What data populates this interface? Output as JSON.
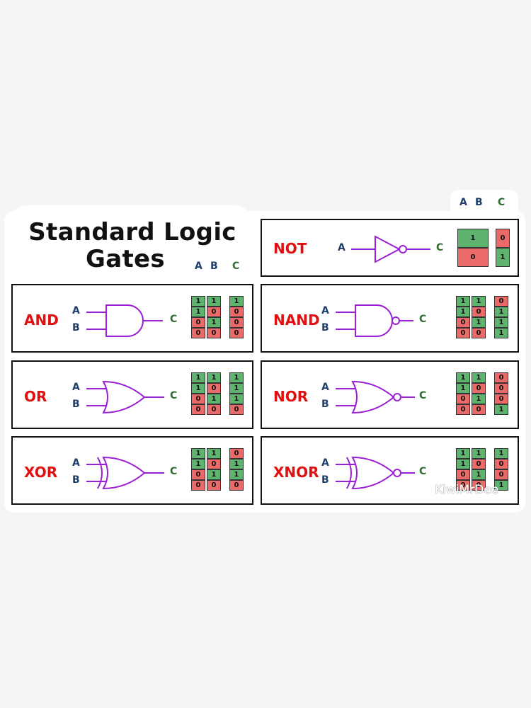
{
  "title": {
    "line1": "Standard Logic",
    "line2": "Gates"
  },
  "headers": {
    "a": "A",
    "b": "B",
    "c": "C"
  },
  "pins": {
    "a": "A",
    "b": "B",
    "c": "C"
  },
  "colors": {
    "one": "#5eb46e",
    "zero": "#ea6a6a",
    "gate_name": "#e01010",
    "input_label": "#1f3f6a",
    "output_label": "#2e6e2e",
    "gate_stroke": "#9b1fd4"
  },
  "gates": [
    {
      "name": "NOT",
      "symbol": "not-gate",
      "inputs": [
        [
          "1"
        ],
        [
          "0"
        ]
      ],
      "outputs": [
        "0",
        "1"
      ]
    },
    {
      "name": "AND",
      "symbol": "and-gate",
      "inputs": [
        [
          "1",
          "1"
        ],
        [
          "1",
          "0"
        ],
        [
          "0",
          "1"
        ],
        [
          "0",
          "0"
        ]
      ],
      "outputs": [
        "1",
        "0",
        "0",
        "0"
      ]
    },
    {
      "name": "NAND",
      "symbol": "nand-gate",
      "inputs": [
        [
          "1",
          "1"
        ],
        [
          "1",
          "0"
        ],
        [
          "0",
          "1"
        ],
        [
          "0",
          "0"
        ]
      ],
      "outputs": [
        "0",
        "1",
        "1",
        "1"
      ]
    },
    {
      "name": "OR",
      "symbol": "or-gate",
      "inputs": [
        [
          "1",
          "1"
        ],
        [
          "1",
          "0"
        ],
        [
          "0",
          "1"
        ],
        [
          "0",
          "0"
        ]
      ],
      "outputs": [
        "1",
        "1",
        "1",
        "0"
      ]
    },
    {
      "name": "NOR",
      "symbol": "nor-gate",
      "inputs": [
        [
          "1",
          "1"
        ],
        [
          "1",
          "0"
        ],
        [
          "0",
          "1"
        ],
        [
          "0",
          "0"
        ]
      ],
      "outputs": [
        "0",
        "0",
        "0",
        "1"
      ]
    },
    {
      "name": "XOR",
      "symbol": "xor-gate",
      "inputs": [
        [
          "1",
          "1"
        ],
        [
          "1",
          "0"
        ],
        [
          "0",
          "1"
        ],
        [
          "0",
          "0"
        ]
      ],
      "outputs": [
        "0",
        "1",
        "1",
        "0"
      ]
    },
    {
      "name": "XNOR",
      "symbol": "xnor-gate",
      "inputs": [
        [
          "1",
          "1"
        ],
        [
          "1",
          "0"
        ],
        [
          "0",
          "1"
        ],
        [
          "0",
          "0"
        ]
      ],
      "outputs": [
        "1",
        "0",
        "0",
        "1"
      ]
    }
  ],
  "watermark": "KiwiMrDee"
}
